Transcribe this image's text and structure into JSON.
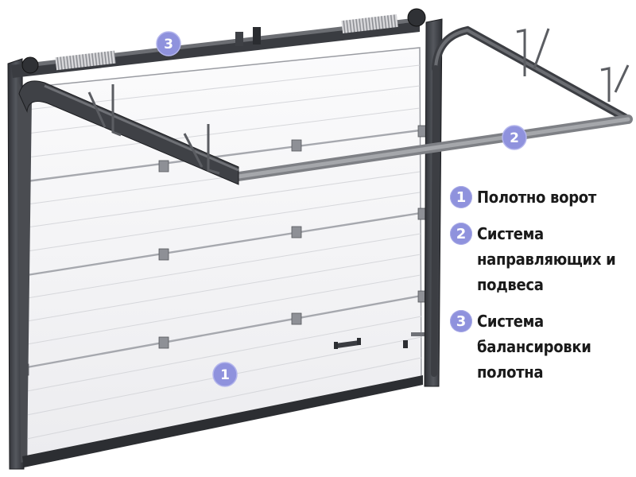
{
  "markers": [
    {
      "number": "1"
    },
    {
      "number": "2"
    },
    {
      "number": "3"
    }
  ],
  "legend": [
    {
      "number": "1",
      "text": "Полотно ворот"
    },
    {
      "number": "2",
      "text": "Система направляющих и подвеса"
    },
    {
      "number": "3",
      "text": "Система балансировки полотна"
    }
  ],
  "colors": {
    "badge": "#8f92dd",
    "frame": "#3b3d42",
    "panel": "#f4f4f6",
    "text": "#1a1a1a"
  },
  "icons": [
    "torsion-spring-icon",
    "door-handle-icon",
    "hanger-bracket-icon"
  ]
}
